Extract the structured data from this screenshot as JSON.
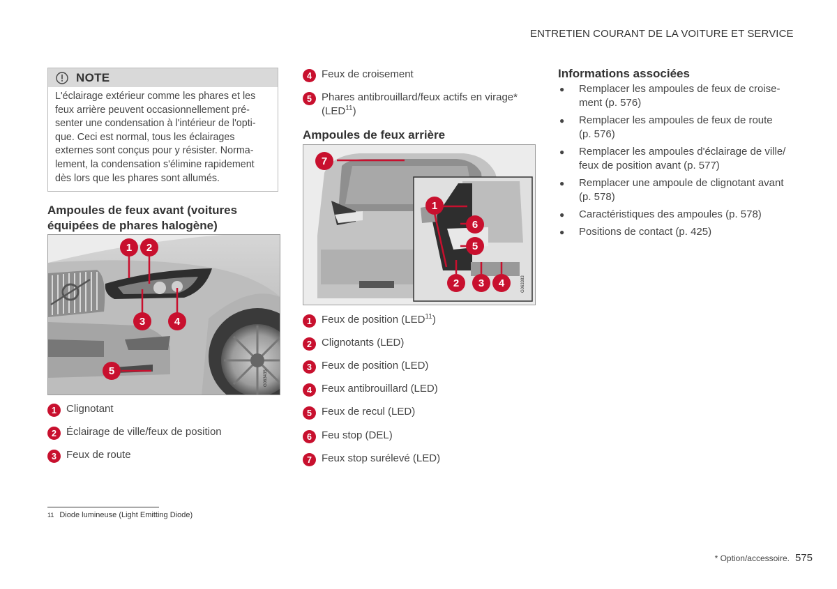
{
  "header": {
    "title": "ENTRETIEN COURANT DE LA VOITURE ET SERVICE"
  },
  "note": {
    "title": "NOTE",
    "lines": [
      "L'éclairage extérieur comme les phares et les",
      "feux arrière peuvent occasionnellement pré-",
      "senter une condensation à l'intérieur de l'opti-",
      "que. Ceci est normal, tous les éclairages",
      "externes sont conçus pour y résister. Norma-",
      "lement, la condensation s'élimine rapidement",
      "dès lors que les phares sont allumés."
    ]
  },
  "front": {
    "heading_line1": "Ampoules de feux avant (voitures",
    "heading_line2": "équipées de phares halogène)",
    "figure_code": "G063435",
    "items": [
      {
        "n": "1",
        "label": "Clignotant"
      },
      {
        "n": "2",
        "label": "Éclairage de ville/feux de position"
      },
      {
        "n": "3",
        "label": "Feux de route"
      },
      {
        "n": "4",
        "label": "Feux de croisement"
      },
      {
        "n": "5",
        "label": "Phares antibrouillard/feux actifs en virage*",
        "label2": "(LED",
        "sup": "11",
        "label3": ")"
      }
    ]
  },
  "rear": {
    "heading": "Ampoules de feux arrière",
    "figure_code": "G063383",
    "items": [
      {
        "n": "1",
        "label": "Feux de position (LED",
        "sup": "11",
        "label3": ")"
      },
      {
        "n": "2",
        "label": "Clignotants (LED)"
      },
      {
        "n": "3",
        "label": "Feux de position (LED)"
      },
      {
        "n": "4",
        "label": "Feux antibrouillard (LED)"
      },
      {
        "n": "5",
        "label": "Feux de recul (LED)"
      },
      {
        "n": "6",
        "label": "Feu stop (DEL)"
      },
      {
        "n": "7",
        "label": "Feux stop surélevé (LED)"
      }
    ]
  },
  "related": {
    "heading": "Informations associées",
    "items": [
      {
        "line1": "Remplacer les ampoules de feux de croise-",
        "line2": "ment (p. 576)"
      },
      {
        "line1": "Remplacer les ampoules de feux de route",
        "line2": "(p. 576)"
      },
      {
        "line1": "Remplacer les ampoules d'éclairage de ville/",
        "line2": "feux de position avant (p. 577)"
      },
      {
        "line1": "Remplacer une ampoule de clignotant avant",
        "line2": "(p. 578)"
      },
      {
        "line1": "Caractéristiques des ampoules (p. 578)",
        "line2": ""
      },
      {
        "line1": "Positions de contact (p. 425)",
        "line2": ""
      }
    ]
  },
  "footnote": {
    "num": "11",
    "text": "Diode lumineuse (Light Emitting Diode)"
  },
  "footer": {
    "option_note": "* Option/accessoire.",
    "page_number": "575"
  },
  "colors": {
    "accent": "#c8102e",
    "note_header": "#d9d9d9"
  }
}
